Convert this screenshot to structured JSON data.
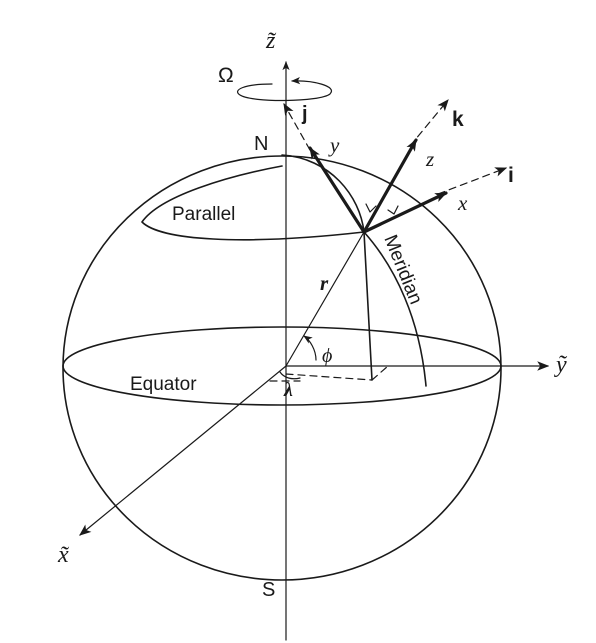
{
  "labels": {
    "z_tilde": "z̃",
    "y_tilde": "ỹ",
    "x_tilde": "x̃",
    "omega": "Ω",
    "north": "N",
    "south": "S",
    "j": "j",
    "k": "k",
    "i": "i",
    "x": "x",
    "y": "y",
    "z": "z",
    "parallel": "Parallel",
    "meridian": "Meridian",
    "equator": "Equator",
    "r": "r",
    "phi": "ϕ",
    "lambda": "λ"
  },
  "colors": {
    "ink": "#1a1a1a",
    "background": "#ffffff"
  }
}
